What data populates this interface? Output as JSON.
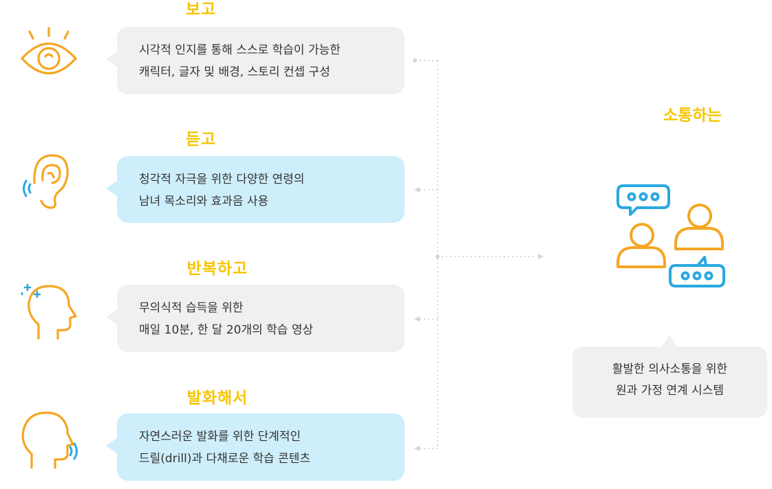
{
  "items": [
    {
      "title": "보고",
      "lines": [
        "시각적 인지를 통해 스스로 학습이 가능한",
        "캐릭터, 글자 및 배경, 스토리 컨셉 구성"
      ],
      "icon": "eye-icon"
    },
    {
      "title": "듣고",
      "lines": [
        "청각적 자극을 위한 다양한 연령의",
        "남녀 목소리와 효과음 사용"
      ],
      "icon": "ear-icon"
    },
    {
      "title": "반복하고",
      "lines": [
        "무의식적 습득을 위한",
        "매일 10분, 한 달 20개의 학습 영상"
      ],
      "icon": "head-sparkle-icon"
    },
    {
      "title": "발화해서",
      "lines": [
        "자연스러운 발화를 위한 단계적인",
        "드릴(drill)과 다채로운 학습 콘텐츠"
      ],
      "icon": "speaking-head-icon"
    }
  ],
  "result": {
    "title": "소통하는",
    "lines": [
      "활발한 의사소통을 위한",
      "원과 가정 연계 시스템"
    ],
    "icon": "conversation-people-icon"
  },
  "colors": {
    "title_yellow": "#f7c400",
    "icon_orange": "#f5a623",
    "icon_blue": "#29a8e0",
    "bubble_grey": "#f0f0f0",
    "bubble_blue": "#cdeefa",
    "connector": "#d8d8d8"
  }
}
